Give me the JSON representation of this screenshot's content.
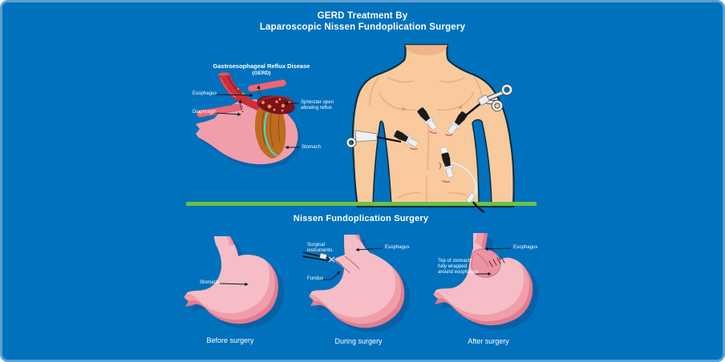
{
  "title": {
    "line1": "GERD Treatment By",
    "line2": "Laparoscopic Nissen Fundoplication Surgery"
  },
  "gerd": {
    "heading": "Gastroesophageal Reflux Disease",
    "subheading": "(GERD)",
    "labels": {
      "esophagus": "Esophagus",
      "diaphragm": "Diaphragm",
      "sphincter": "Sphincter open\nallowing reflux",
      "stomach": "Stomach"
    }
  },
  "surgery": {
    "heading": "Nissen Fundoplication Surgery",
    "stages": [
      {
        "caption": "Before surgery",
        "label_stomach": "Stomach"
      },
      {
        "caption": "During surgery",
        "label_instruments": "Surgical\ninstruments",
        "label_esophagus": "Esophagus",
        "label_fundus": "Fundus"
      },
      {
        "caption": "After surgery",
        "label_esophagus": "Esophagus",
        "label_wrap": "Top of stomach\nfully wrapped\naround esophagus"
      }
    ]
  },
  "colors": {
    "background": "#0071BD",
    "border_light": "#5C9FD0",
    "divider_green": "#6EC043",
    "stomach_pink": "#F09EAA",
    "skin": "#F8CA9D",
    "esophagus_red": "#CE2E3B",
    "outline_navy": "#0E2F40",
    "probe_cyan": "#38E0DC",
    "reflux_orange": "#E59A2F",
    "text_white": "#FFFFFF"
  }
}
